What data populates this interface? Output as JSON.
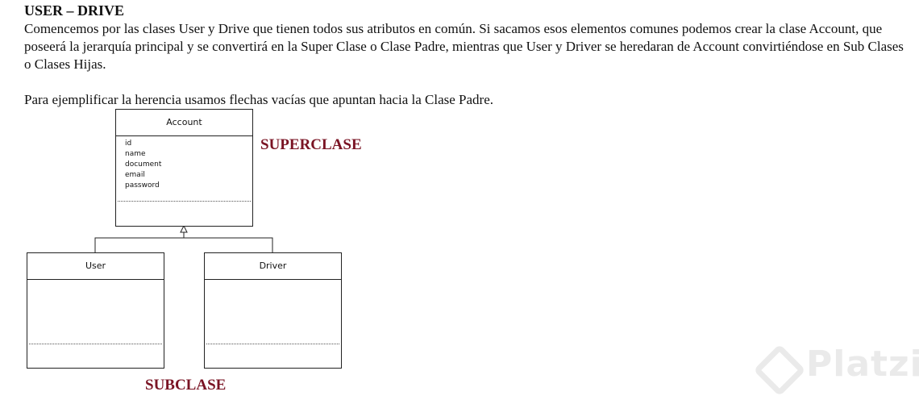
{
  "heading": "USER – DRIVE",
  "paragraph1": "Comencemos por las clases User y Drive que tienen todos sus atributos en común. Si sacamos esos elementos comunes podemos crear la clase Account, que poseerá la jerarquía principal y se convertirá en la Super Clase o Clase Padre, mientras que User y Driver se heredaran de Account convirtiéndose en Sub Clases o Clases Hijas.",
  "paragraph2": "Para ejemplificar la herencia usamos flechas vacías que apuntan hacia la Clase Padre.",
  "diagram": {
    "superclass": {
      "name": "Account",
      "attributes": [
        "id",
        "name",
        "document",
        "email",
        "password"
      ]
    },
    "subclasses": [
      {
        "name": "User"
      },
      {
        "name": "Driver"
      }
    ],
    "superclass_label": "SUPERCLASE",
    "subclass_label": "SUBCLASE"
  },
  "watermark": "Platzi",
  "colors": {
    "label": "#7a1424",
    "watermark": "#eaeaea"
  }
}
